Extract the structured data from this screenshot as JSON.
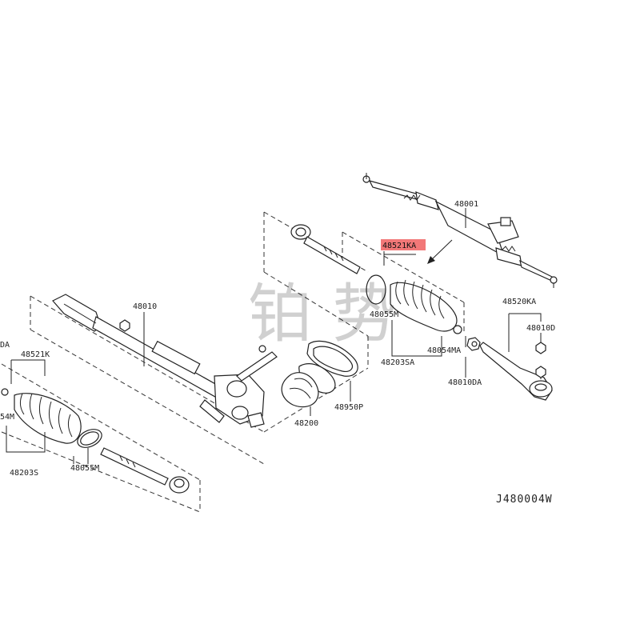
{
  "labels": {
    "p48001": "48001",
    "p48521ka": "48521KA",
    "p48520ka": "48520KA",
    "p48010d": "48010D",
    "p48055m_r": "48055M",
    "p48054ma": "48054MA",
    "p48203sa": "48203SA",
    "p48010da": "48010DA",
    "p48010": "48010",
    "p48950p": "48950P",
    "p48200": "48200",
    "p48521k": "48521K",
    "p_da_left": "DA",
    "p_54m_left": "54M",
    "p48203s": "48203S",
    "p48055m_l": "48055M"
  },
  "diagram_ref": "J480004W",
  "watermark": "铂 势",
  "colors": {
    "highlight": "#f06060",
    "ink": "#222222"
  }
}
